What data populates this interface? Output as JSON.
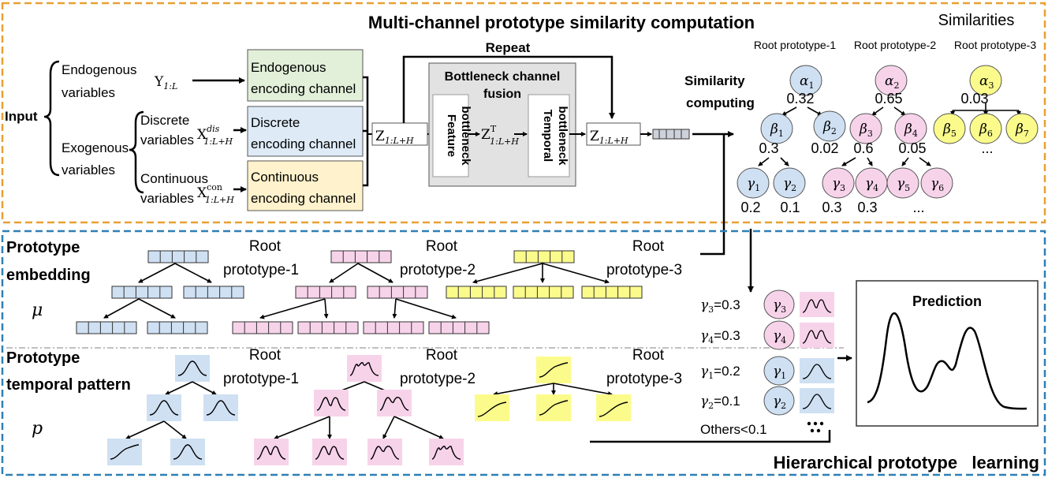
{
  "top_panel": {
    "title": "Multi-channel prototype similarity computation",
    "input_label": "Input",
    "endogenous_label_1": "Endogenous",
    "endogenous_label_2": "variables",
    "endogenous_symbol": "Y",
    "endogenous_sub": "1:L",
    "exogenous_label_1": "Exogenous",
    "exogenous_label_2": "variables",
    "discrete_label_1": "Discrete",
    "discrete_label_2": "variables",
    "discrete_symbol": "X",
    "discrete_sup": "dis",
    "discrete_sub": "1:L+H",
    "continuous_label_1": "Continuous",
    "continuous_label_2": "variables",
    "continuous_symbol": "X",
    "continuous_sup": "con",
    "continuous_sub": "1:L+H",
    "channels": [
      {
        "line1": "Endogenous",
        "line2": "encoding channel",
        "color": "#e2efd9"
      },
      {
        "line1": "Discrete",
        "line2": "encoding channel",
        "color": "#deebf7"
      },
      {
        "line1": "Continuous",
        "line2": "encoding channel",
        "color": "#fff2cc"
      }
    ],
    "z_symbol": "Z",
    "z_sub": "1:L+H",
    "zt_sup": "T",
    "repeat_label": "Repeat",
    "bottleneck_title_1": "Bottleneck channel",
    "bottleneck_title_2": "fusion",
    "feature_bottleneck_1": "Feature",
    "feature_bottleneck_2": "bottleneck",
    "temporal_bottleneck_1": "Temporal",
    "temporal_bottleneck_2": "bottleneck",
    "similarity_computing_1": "Similarity",
    "similarity_computing_2": "computing",
    "similarities_title": "Similarities",
    "root_headers": [
      "Root prototype-1",
      "Root prototype-2",
      "Root prototype-3"
    ],
    "alpha_values": [
      "0.32",
      "0.65",
      "0.03"
    ],
    "beta_values": [
      "0.3",
      "0.02",
      "0.6",
      "0.05"
    ],
    "gamma_values": [
      "0.2",
      "0.1",
      "0.3",
      "0.3"
    ],
    "ellipsis": "..."
  },
  "bottom_panel": {
    "title": "Hierarchical prototype   learning",
    "embedding_label_1": "Prototype",
    "embedding_label_2": "embedding",
    "mu_symbol": "μ",
    "pattern_label_1": "Prototype",
    "pattern_label_2": "temporal pattern",
    "p_symbol": "p",
    "root_word": "Root",
    "root_names": [
      "prototype-1",
      "prototype-2",
      "prototype-3"
    ],
    "selected": [
      {
        "greek": "γ",
        "sub": "3",
        "value": "0.3",
        "color": "pink"
      },
      {
        "greek": "γ",
        "sub": "4",
        "value": "0.3",
        "color": "pink"
      },
      {
        "greek": "γ",
        "sub": "1",
        "value": "0.2",
        "color": "blue"
      },
      {
        "greek": "γ",
        "sub": "2",
        "value": "0.1",
        "color": "blue"
      }
    ],
    "others_label": "Others<0.1",
    "prediction_label": "Prediction"
  },
  "colors": {
    "blue": "#cfe0f3",
    "pink": "#f7d3ea",
    "yellow": "#fbfb8c",
    "orange_border": "#e8a033",
    "blue_border": "#2f7fb6",
    "bottleneck_gray": "#e2e2e2",
    "channel_green": "#e2efd9",
    "channel_blue": "#deebf7",
    "channel_yellow": "#fff2cc"
  }
}
